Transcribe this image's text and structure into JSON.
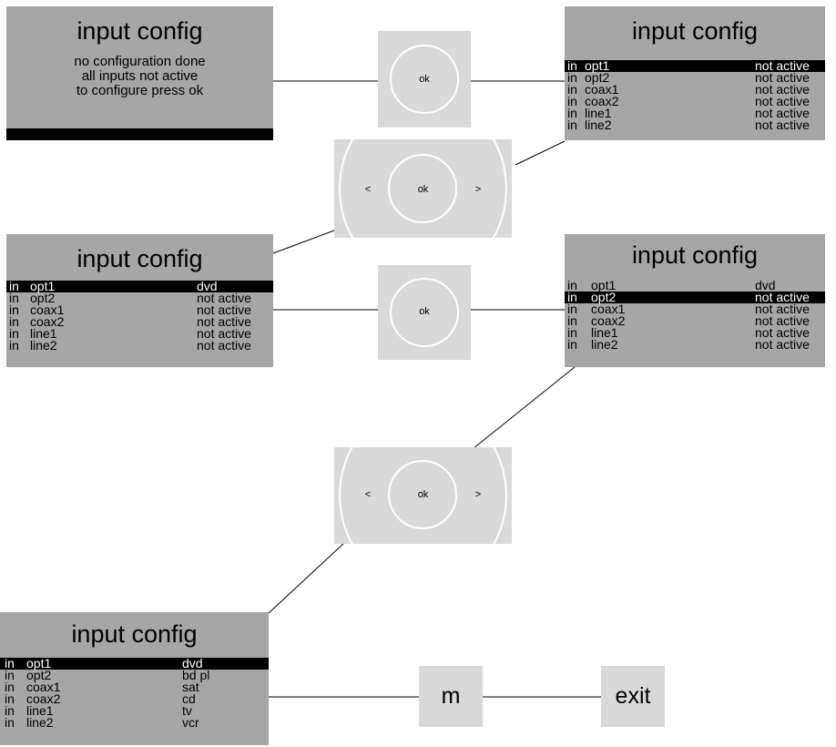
{
  "screens": {
    "s1": {
      "title": "input config",
      "lines": [
        "no configuration done",
        "all inputs not active",
        "to configure press ok"
      ]
    },
    "s2": {
      "title": "input config",
      "rows": [
        {
          "prefix": "in",
          "name": "opt1",
          "value": "not active"
        },
        {
          "prefix": "in",
          "name": "opt2",
          "value": "not active"
        },
        {
          "prefix": "in",
          "name": "coax1",
          "value": "not active"
        },
        {
          "prefix": "in",
          "name": "coax2",
          "value": "not active"
        },
        {
          "prefix": "in",
          "name": "line1",
          "value": "not active"
        },
        {
          "prefix": "in",
          "name": "line2",
          "value": "not active"
        }
      ],
      "selected_index": 0
    },
    "s3": {
      "title": "input config",
      "rows": [
        {
          "prefix": "in",
          "name": "opt1",
          "value": "dvd"
        },
        {
          "prefix": "in",
          "name": "opt2",
          "value": "not active"
        },
        {
          "prefix": "in",
          "name": "coax1",
          "value": "not active"
        },
        {
          "prefix": "in",
          "name": "coax2",
          "value": "not active"
        },
        {
          "prefix": "in",
          "name": "line1",
          "value": "not active"
        },
        {
          "prefix": "in",
          "name": "line2",
          "value": "not active"
        }
      ],
      "selected_index": 0
    },
    "s4": {
      "title": "input config",
      "rows": [
        {
          "prefix": "in",
          "name": "opt1",
          "value": "dvd"
        },
        {
          "prefix": "in",
          "name": "opt2",
          "value": "not active"
        },
        {
          "prefix": "in",
          "name": "coax1",
          "value": "not active"
        },
        {
          "prefix": "in",
          "name": "coax2",
          "value": "not active"
        },
        {
          "prefix": "in",
          "name": "line1",
          "value": "not active"
        },
        {
          "prefix": "in",
          "name": "line2",
          "value": "not active"
        }
      ],
      "selected_index": 1
    },
    "s5": {
      "title": "input config",
      "rows": [
        {
          "prefix": "in",
          "name": "opt1",
          "value": "dvd"
        },
        {
          "prefix": "in",
          "name": "opt2",
          "value": "bd pl"
        },
        {
          "prefix": "in",
          "name": "coax1",
          "value": "sat"
        },
        {
          "prefix": "in",
          "name": "coax2",
          "value": "cd"
        },
        {
          "prefix": "in",
          "name": "line1",
          "value": "tv"
        },
        {
          "prefix": "in",
          "name": "line2",
          "value": "vcr"
        }
      ],
      "selected_index": 0
    }
  },
  "keys": {
    "ok_label": "ok",
    "left_label": "<",
    "right_label": ">",
    "menu_label": "m",
    "exit_label": "exit"
  },
  "colors": {
    "screen_bg": "#a6a6a6",
    "key_bg": "#d9d9d9",
    "highlight_bg": "#000000",
    "highlight_text": "#ffffff"
  }
}
